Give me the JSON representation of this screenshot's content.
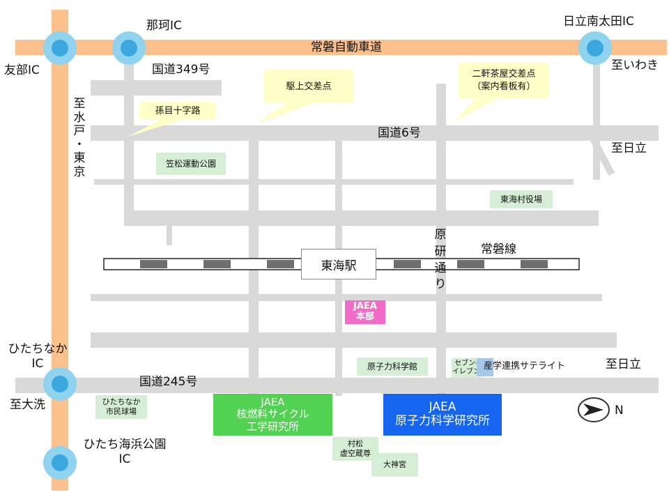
{
  "expressway": {
    "label": "常磐自動車道"
  },
  "interchanges": {
    "naka": "那珂IC",
    "hitachi_minamiota": "日立南太田IC",
    "tomobe": "友部IC",
    "hitachinaka": "ひたちなか\nIC",
    "hitachi_kaihin": "ひたち海浜公園\nIC"
  },
  "routes": {
    "r349": "国道349号",
    "r6": "国道6号",
    "r245": "国道245号",
    "joban_line": "常磐線",
    "genken_dori": "原\n研\n通\nり"
  },
  "directions": {
    "to_iwaki": "至いわき",
    "to_hitachi_1": "至日立",
    "to_hitachi_2": "至日立",
    "to_mito_tokyo": "至\n水\n戸\n・\n東\n京",
    "to_oarai": "至大洗"
  },
  "callouts": {
    "kakeagari": "駆上交差点",
    "magome": "孫目十字路",
    "nikenchaya": "二軒茶屋交差点\n（案内看板有）"
  },
  "station": "東海駅",
  "landmarks": {
    "kasamatsu": "笠松運動公園",
    "tokai_office": "東海村役場",
    "science_museum": "原子力科学館",
    "seven_eleven": "セブン-\nイレブン",
    "satellite": "産学連携サテライト",
    "stadium": "ひたちなか\n市民球場",
    "muramatsu": "村松\n虚空蔵尊",
    "daijingu": "大神宮"
  },
  "facilities": {
    "hq": {
      "line1": "JAEA",
      "line2": "本部",
      "color": "#f06cc6"
    },
    "fuel_cycle": {
      "line1": "JAEA",
      "line2": "核燃料サイクル",
      "line3": "工学研究所",
      "color": "#52d152"
    },
    "nuclear_science": {
      "line1": "JAEA",
      "line2": "原子力科学研究所",
      "color": "#1565f0"
    }
  },
  "north": {
    "label": "N"
  },
  "colors": {
    "road": "#d9d9d9",
    "expressway": "#fbc08c",
    "ic_outer": "#8fd3ee",
    "ic_inner": "#3aa8df",
    "callout": "#ffffc8",
    "landmark": "#d6eed6",
    "rail_dark": "#6e6e6e"
  }
}
